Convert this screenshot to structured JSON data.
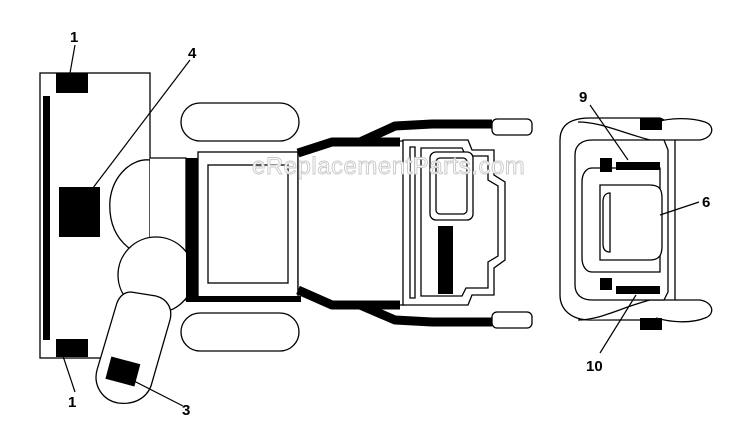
{
  "watermark": "eReplacementParts.com",
  "callouts": {
    "c1_top": "1",
    "c1_bottom": "1",
    "c3": "3",
    "c4": "4",
    "c6": "6",
    "c9": "9",
    "c10": "10"
  }
}
